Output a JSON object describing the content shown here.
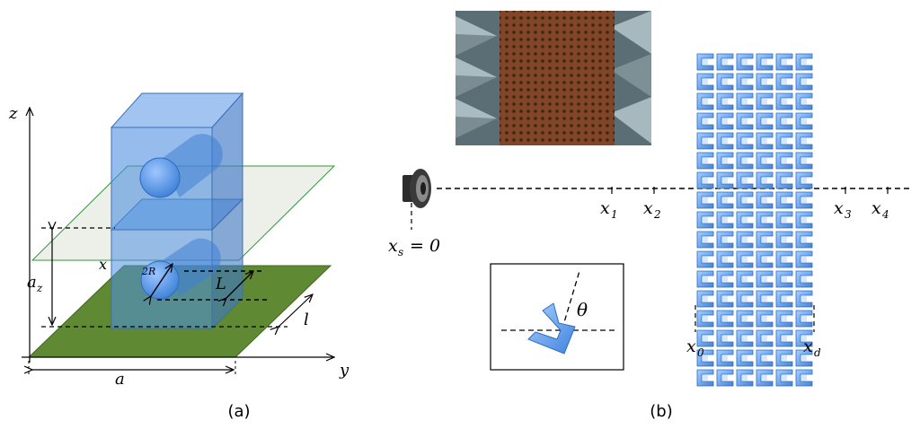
{
  "left_panel": {
    "caption": "(a)",
    "labels": {
      "z": "z",
      "y": "y",
      "x": "x",
      "a": "a",
      "az": "a",
      "az_sub": "z",
      "twoR": "2R",
      "L": "L",
      "l": "l"
    }
  },
  "right_panel": {
    "caption": "(b)",
    "labels": {
      "xs": "x",
      "xs_sub": "s",
      "xs_eq": "= 0",
      "x1": "x",
      "x1_sub": "1",
      "x2": "x",
      "x2_sub": "2",
      "x3": "x",
      "x3_sub": "3",
      "x4": "x",
      "x4_sub": "4",
      "x0": "x",
      "x0_sub": "0",
      "xd": "x",
      "xd_sub": "d",
      "theta": "θ"
    },
    "icons": {
      "speaker": "speaker-icon",
      "photo": "anechoic-chamber-photo"
    },
    "colors": {
      "blue": "#4f8fe0",
      "green": "#5f8a33"
    }
  }
}
